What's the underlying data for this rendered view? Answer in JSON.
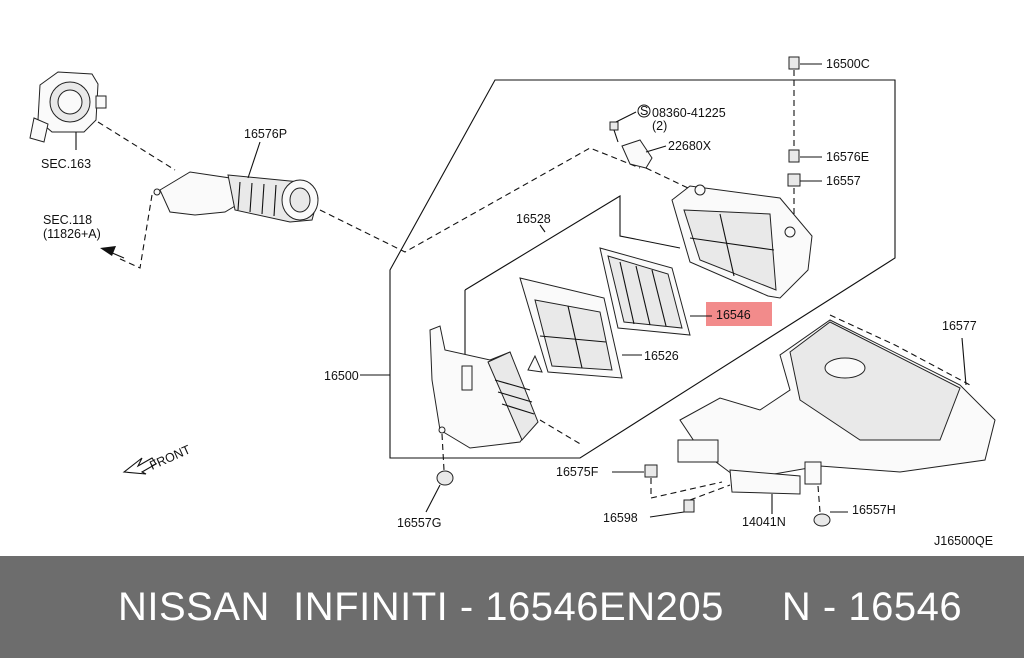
{
  "labels": {
    "sec163": "SEC.163",
    "p16576P": "16576P",
    "sec118": "SEC.118",
    "sec118_sub": "(11826+A)",
    "front": "FRONT",
    "p16528": "16528",
    "p16500": "16500",
    "p16526": "16526",
    "p16546": "16546",
    "p16500C": "16500C",
    "p08360": "08360-41225",
    "p08360_qty": "(2)",
    "p08360_mark": "S",
    "p22680X": "22680X",
    "p16576E": "16576E",
    "p16557": "16557",
    "p16577": "16577",
    "p16575F": "16575F",
    "p16598": "16598",
    "p14041N": "14041N",
    "p16557H": "16557H",
    "p16557G": "16557G",
    "diagram_code": "J16500QE"
  },
  "footer": {
    "text": "NISSAN  INFINITI - 16546EN205     N - 16546"
  },
  "colors": {
    "highlight": "#f28b8b",
    "footer_bg": "#6d6d6d",
    "footer_text": "#ffffff"
  }
}
